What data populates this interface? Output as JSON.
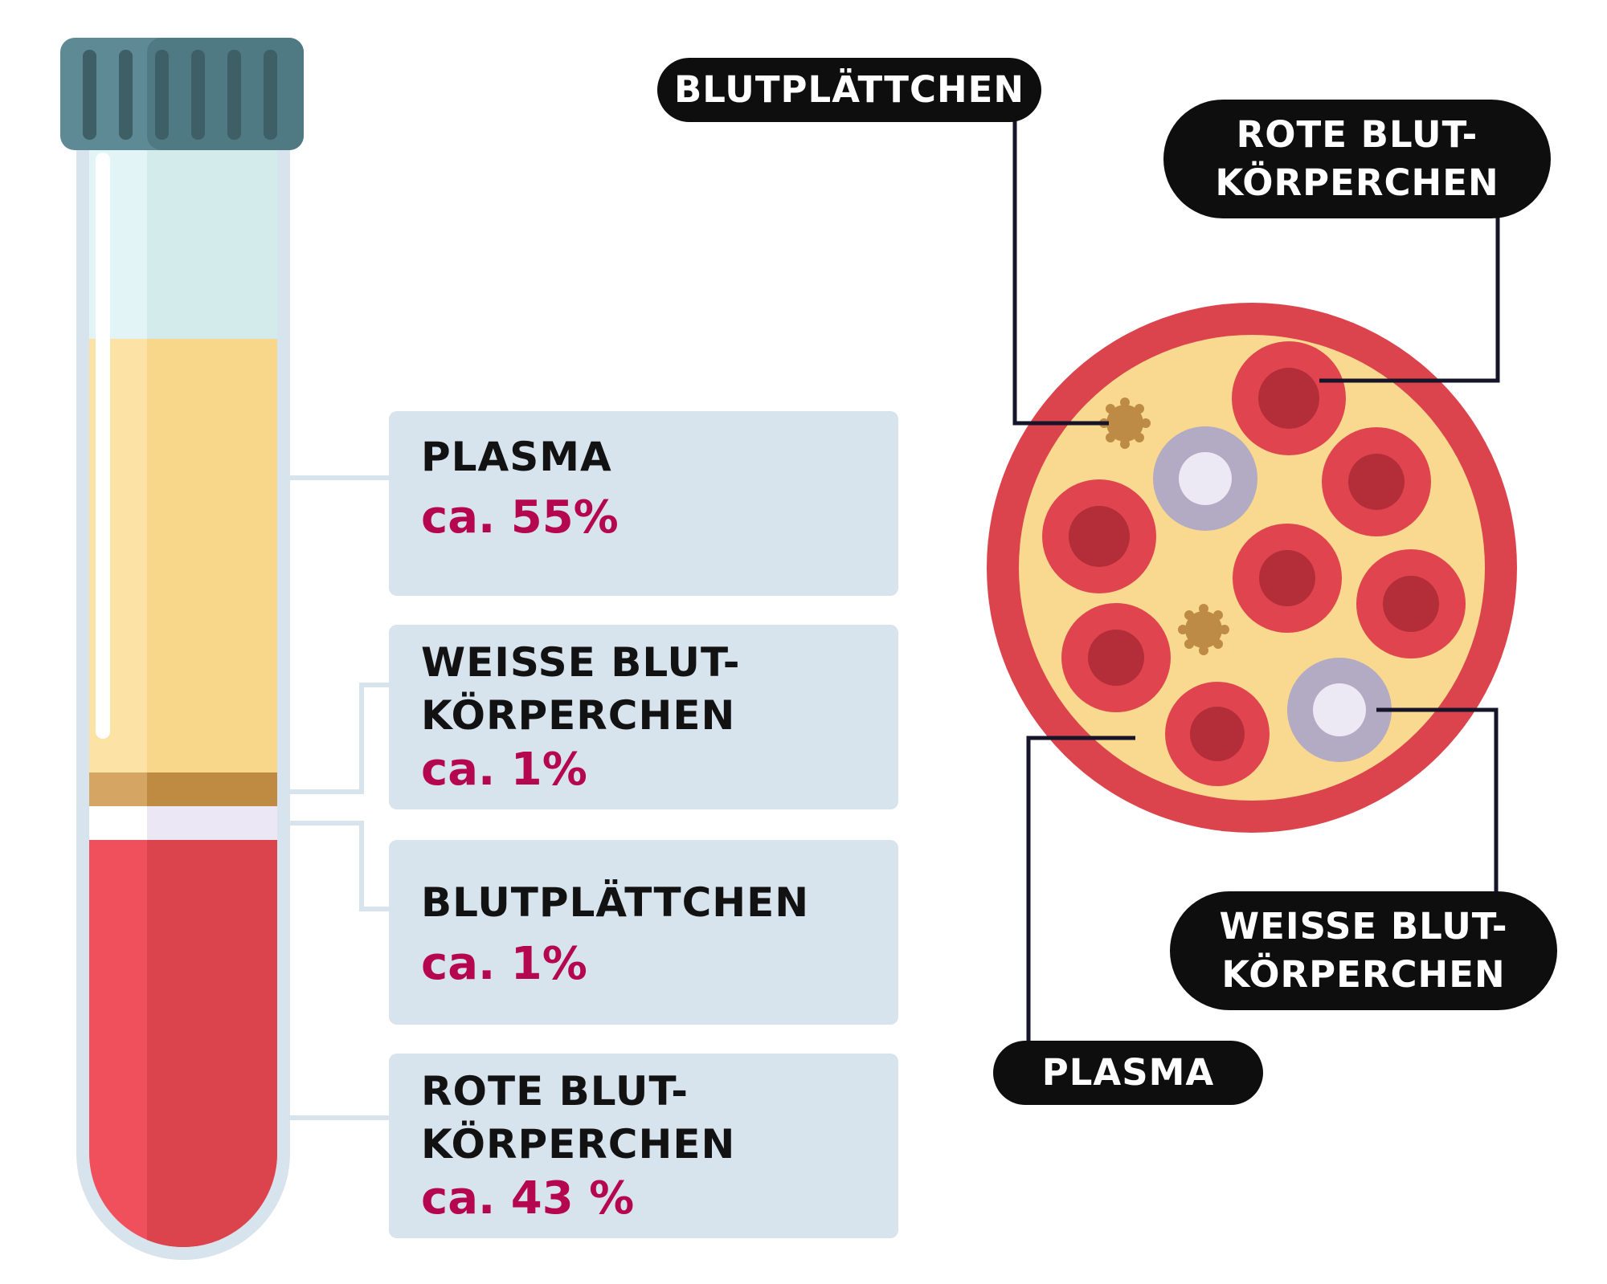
{
  "colors": {
    "tube_cap": "#5d8a94",
    "tube_glass": "#d7e3ed",
    "tube_top_liquid": "#d9eef0",
    "plasma": "#f9d78c",
    "buffy_coat": "#c88f48",
    "platelet_layer": "#ebe7f4",
    "red_cells": "#e0454f",
    "box_background": "#d7e3ed",
    "percent_text": "#b5074f",
    "pill_background": "#0e0e0e",
    "circle_ring": "#db444c",
    "circle_plasma": "#f8d98f",
    "red_cell": "#e0454f",
    "red_cell_core": "#b32e39",
    "white_cell": "#b3aac3",
    "white_cell_core": "#ece9f4",
    "platelet": "#bd8b45",
    "leader_line": "#151428"
  },
  "components": [
    {
      "id": "plasma",
      "label_lines": [
        "PLASMA"
      ],
      "value": "ca. 55%"
    },
    {
      "id": "white-blood-cells",
      "label_lines": [
        "WEISSE BLUT-",
        "KÖRPERCHEN"
      ],
      "value": "ca. 1%"
    },
    {
      "id": "platelets",
      "label_lines": [
        "BLUTPLÄTTCHEN"
      ],
      "value": "ca. 1%"
    },
    {
      "id": "red-blood-cells",
      "label_lines": [
        "ROTE BLUT-",
        "KÖRPERCHEN"
      ],
      "value": "ca. 43 %"
    }
  ],
  "callouts": {
    "platelets": [
      "BLUTPLÄTTCHEN"
    ],
    "red_cells": [
      "ROTE BLUT-",
      "KÖRPERCHEN"
    ],
    "white_cells": [
      "WEISSE BLUT-",
      "KÖRPERCHEN"
    ],
    "plasma": [
      "PLASMA"
    ]
  }
}
